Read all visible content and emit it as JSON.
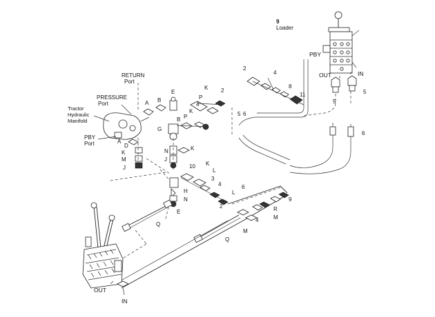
{
  "labels": {
    "loader_num": "9",
    "loader": "Loader",
    "pby_top": "PBY",
    "out_top": "OUT",
    "in_top": "IN",
    "return1": "RETURN",
    "return2": "Port",
    "pressure1": "PRESSURE",
    "pressure2": "Port",
    "tractor1": "Tractor",
    "tractor2": "Hydraulic",
    "tractor3": "Manifold",
    "pby1": "PBY",
    "pby2": "Port",
    "out_bottom": "OUT",
    "in_bottom": "IN"
  },
  "callouts": {
    "c2a": "2",
    "c4a": "4",
    "c8a": "8",
    "c11": "11",
    "c5a": "5",
    "c5b": "5",
    "c6a": "6",
    "c5c": "5",
    "c6b": "6",
    "cA1": "A",
    "cB1": "B",
    "cE1": "E",
    "cK1": "K",
    "cP1": "P",
    "cK2": "K",
    "c4b": "4",
    "c2b": "2",
    "cG": "G",
    "cB2": "B",
    "cP2": "P",
    "cA2": "A",
    "cD": "D",
    "cK3": "K",
    "cM1": "M",
    "cJ1": "J",
    "cN1": "N",
    "cJ2": "J",
    "cK4": "K",
    "c10": "10",
    "cK5": "K",
    "cL1": "L",
    "c3": "3",
    "c4c": "4",
    "cH": "H",
    "cN2": "N",
    "cL2": "L",
    "c2c": "2",
    "cE2": "E",
    "c6c": "6",
    "c9": "9",
    "cR": "R",
    "cM2": "M",
    "c4d": "4",
    "cM3": "M",
    "cQ1": "Q",
    "cQ2": "Q"
  }
}
